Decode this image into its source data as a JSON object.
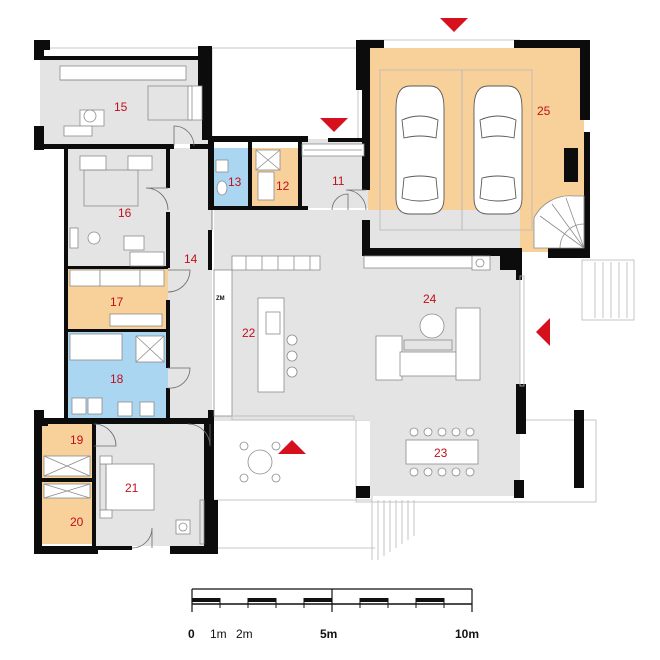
{
  "plan": {
    "rooms": [
      {
        "id": "r11",
        "number": "11"
      },
      {
        "id": "r12",
        "number": "12"
      },
      {
        "id": "r13",
        "number": "13"
      },
      {
        "id": "r14",
        "number": "14"
      },
      {
        "id": "r15",
        "number": "15"
      },
      {
        "id": "r16",
        "number": "16"
      },
      {
        "id": "r17",
        "number": "17"
      },
      {
        "id": "r18",
        "number": "18"
      },
      {
        "id": "r19",
        "number": "19"
      },
      {
        "id": "r20",
        "number": "20"
      },
      {
        "id": "r21",
        "number": "21"
      },
      {
        "id": "r22",
        "number": "22"
      },
      {
        "id": "r23",
        "number": "23"
      },
      {
        "id": "r24",
        "number": "24"
      },
      {
        "id": "r25",
        "number": "25"
      }
    ],
    "fixture_label": "ZM",
    "colors": {
      "floor": "#e4e4e4",
      "bathroom": "#aad6f2",
      "utility": "#f8d09a",
      "wall": "#0c0c0c",
      "entrance_arrow": "#d7101e",
      "room_number": "#c0101c"
    }
  },
  "scale_bar": {
    "labels": [
      "0",
      "1m",
      "2m",
      "5m",
      "10m"
    ]
  }
}
